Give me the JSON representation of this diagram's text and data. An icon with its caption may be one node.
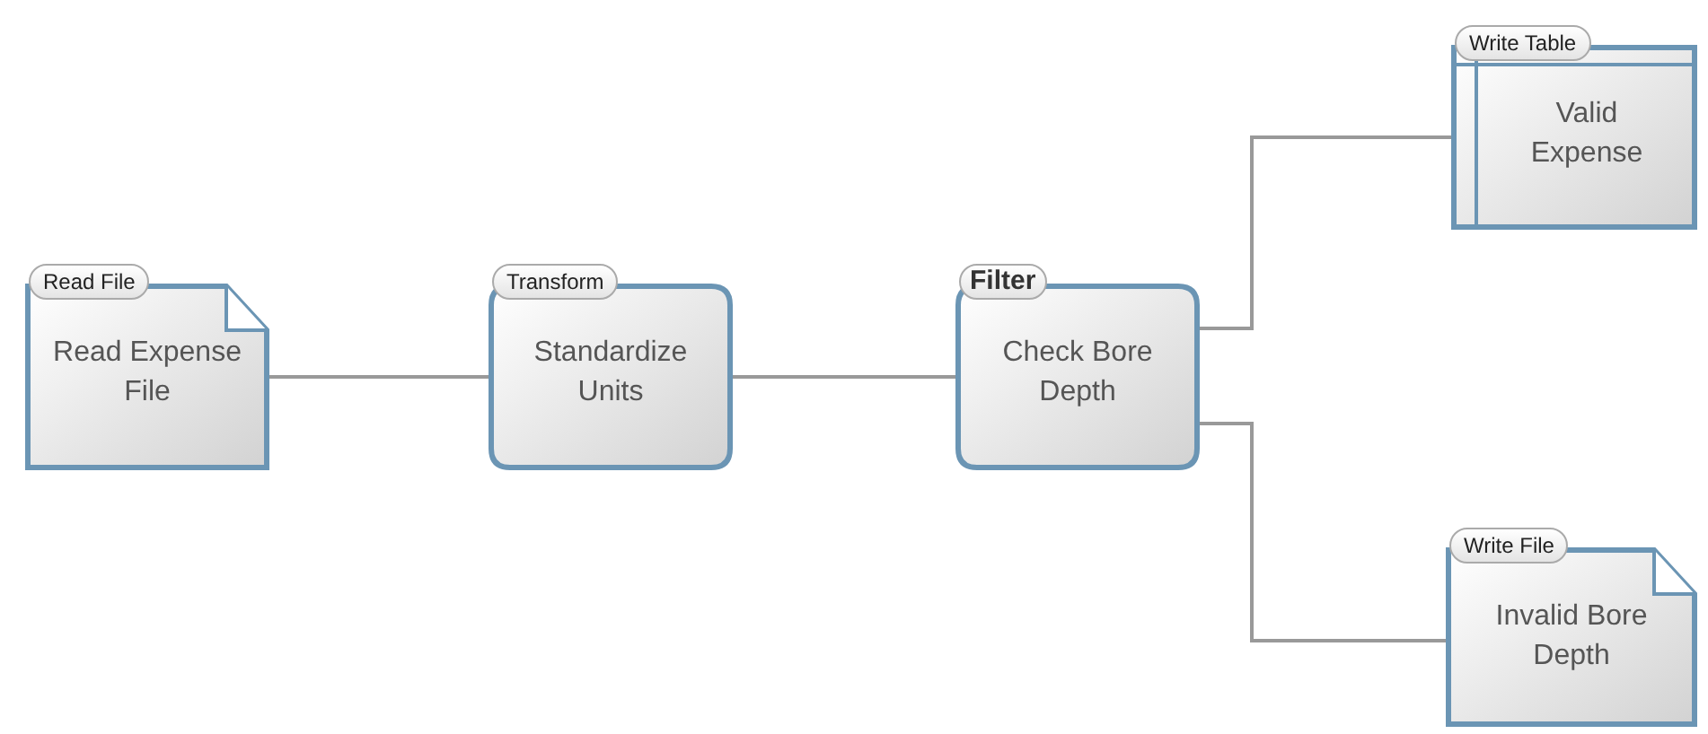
{
  "diagram": {
    "nodes": [
      {
        "text": [
          "Read File",
          "Read Expense File"
        ]
      },
      {
        "text": [
          "Transform",
          "Standardize Units"
        ]
      },
      {
        "text": [
          "Filter",
          "Check Bore Depth"
        ]
      },
      {
        "text": [
          "Write Table",
          "Valid Expense"
        ]
      },
      {
        "text": [
          "Write File",
          "Invalid Bore Depth"
        ]
      }
    ],
    "edges": [
      {
        "from": 0,
        "to": 1,
        "arrow": "none"
      },
      {
        "from": 1,
        "to": 2,
        "arrow": "none"
      },
      {
        "from": 2,
        "to": 3,
        "arrow": "none"
      },
      {
        "from": 2,
        "to": 4,
        "arrow": "none"
      }
    ]
  }
}
